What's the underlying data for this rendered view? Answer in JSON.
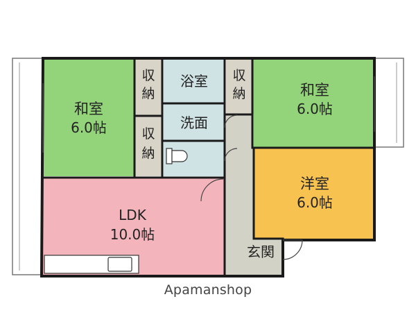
{
  "colors": {
    "japanese_room": "#93d47a",
    "western_room": "#f8c251",
    "ldk": "#f4b4bc",
    "wet_area": "#cfe3e5",
    "storage": "#d8d4c8",
    "corridor": "#d2d2c6",
    "wall": "#1a1a1a",
    "balcony": "#ffffff"
  },
  "rooms": {
    "washitsu_left": {
      "name": "和室",
      "size": "6.0帖"
    },
    "washitsu_right": {
      "name": "和室",
      "size": "6.0帖"
    },
    "youshitsu": {
      "name": "洋室",
      "size": "6.0帖"
    },
    "ldk": {
      "name": "LDK",
      "size": "10.0帖"
    },
    "bath": {
      "name": "浴室"
    },
    "washroom": {
      "name": "洗面"
    },
    "entrance": {
      "name": "玄関"
    },
    "storage_1": {
      "name": "収納"
    },
    "storage_2": {
      "name": "収納"
    },
    "storage_3": {
      "name": "収納"
    }
  },
  "watermark": "Apamanshop"
}
